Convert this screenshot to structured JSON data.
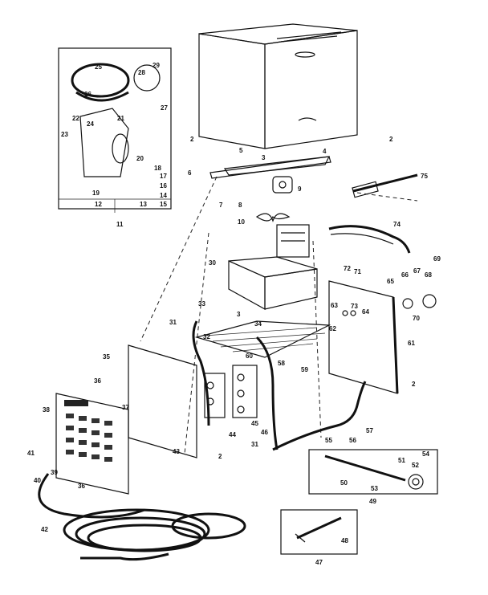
{
  "diagram": {
    "callouts": [
      {
        "id": "c2a",
        "text": "2"
      },
      {
        "id": "c2b",
        "text": "2"
      },
      {
        "id": "c2c",
        "text": "2"
      },
      {
        "id": "c2d",
        "text": "2"
      },
      {
        "id": "c3a",
        "text": "3"
      },
      {
        "id": "c3b",
        "text": "3"
      },
      {
        "id": "c4",
        "text": "4"
      },
      {
        "id": "c5",
        "text": "5"
      },
      {
        "id": "c6",
        "text": "6"
      },
      {
        "id": "c7",
        "text": "7"
      },
      {
        "id": "c8",
        "text": "8"
      },
      {
        "id": "c9",
        "text": "9"
      },
      {
        "id": "c10",
        "text": "10"
      },
      {
        "id": "c11",
        "text": "11"
      },
      {
        "id": "c12",
        "text": "12"
      },
      {
        "id": "c13",
        "text": "13"
      },
      {
        "id": "c14",
        "text": "14"
      },
      {
        "id": "c15",
        "text": "15"
      },
      {
        "id": "c16",
        "text": "16"
      },
      {
        "id": "c17",
        "text": "17"
      },
      {
        "id": "c18",
        "text": "18"
      },
      {
        "id": "c19",
        "text": "19"
      },
      {
        "id": "c20",
        "text": "20"
      },
      {
        "id": "c21",
        "text": "21"
      },
      {
        "id": "c22",
        "text": "22"
      },
      {
        "id": "c23",
        "text": "23"
      },
      {
        "id": "c24",
        "text": "24"
      },
      {
        "id": "c25",
        "text": "25"
      },
      {
        "id": "c26",
        "text": "26"
      },
      {
        "id": "c27",
        "text": "27"
      },
      {
        "id": "c28",
        "text": "28"
      },
      {
        "id": "c29",
        "text": "29"
      },
      {
        "id": "c30",
        "text": "30"
      },
      {
        "id": "c31a",
        "text": "31"
      },
      {
        "id": "c31b",
        "text": "31"
      },
      {
        "id": "c32",
        "text": "32"
      },
      {
        "id": "c33",
        "text": "33"
      },
      {
        "id": "c34",
        "text": "34"
      },
      {
        "id": "c35",
        "text": "35"
      },
      {
        "id": "c36a",
        "text": "36"
      },
      {
        "id": "c36b",
        "text": "36"
      },
      {
        "id": "c37",
        "text": "37"
      },
      {
        "id": "c38",
        "text": "38"
      },
      {
        "id": "c39",
        "text": "39"
      },
      {
        "id": "c40",
        "text": "40"
      },
      {
        "id": "c41",
        "text": "41"
      },
      {
        "id": "c42",
        "text": "42"
      },
      {
        "id": "c43",
        "text": "43"
      },
      {
        "id": "c44",
        "text": "44"
      },
      {
        "id": "c45",
        "text": "45"
      },
      {
        "id": "c46",
        "text": "46"
      },
      {
        "id": "c47",
        "text": "47"
      },
      {
        "id": "c48",
        "text": "48"
      },
      {
        "id": "c49",
        "text": "49"
      },
      {
        "id": "c50",
        "text": "50"
      },
      {
        "id": "c51",
        "text": "51"
      },
      {
        "id": "c52",
        "text": "52"
      },
      {
        "id": "c53",
        "text": "53"
      },
      {
        "id": "c54",
        "text": "54"
      },
      {
        "id": "c55",
        "text": "55"
      },
      {
        "id": "c56",
        "text": "56"
      },
      {
        "id": "c57",
        "text": "57"
      },
      {
        "id": "c58",
        "text": "58"
      },
      {
        "id": "c59",
        "text": "59"
      },
      {
        "id": "c60",
        "text": "60"
      },
      {
        "id": "c61",
        "text": "61"
      },
      {
        "id": "c62",
        "text": "62"
      },
      {
        "id": "c63",
        "text": "63"
      },
      {
        "id": "c64",
        "text": "64"
      },
      {
        "id": "c65",
        "text": "65"
      },
      {
        "id": "c66",
        "text": "66"
      },
      {
        "id": "c67",
        "text": "67"
      },
      {
        "id": "c68",
        "text": "68"
      },
      {
        "id": "c69",
        "text": "69"
      },
      {
        "id": "c70",
        "text": "70"
      },
      {
        "id": "c71",
        "text": "71"
      },
      {
        "id": "c72",
        "text": "72"
      },
      {
        "id": "c73",
        "text": "73"
      },
      {
        "id": "c74",
        "text": "74"
      },
      {
        "id": "c75",
        "text": "75"
      }
    ]
  }
}
